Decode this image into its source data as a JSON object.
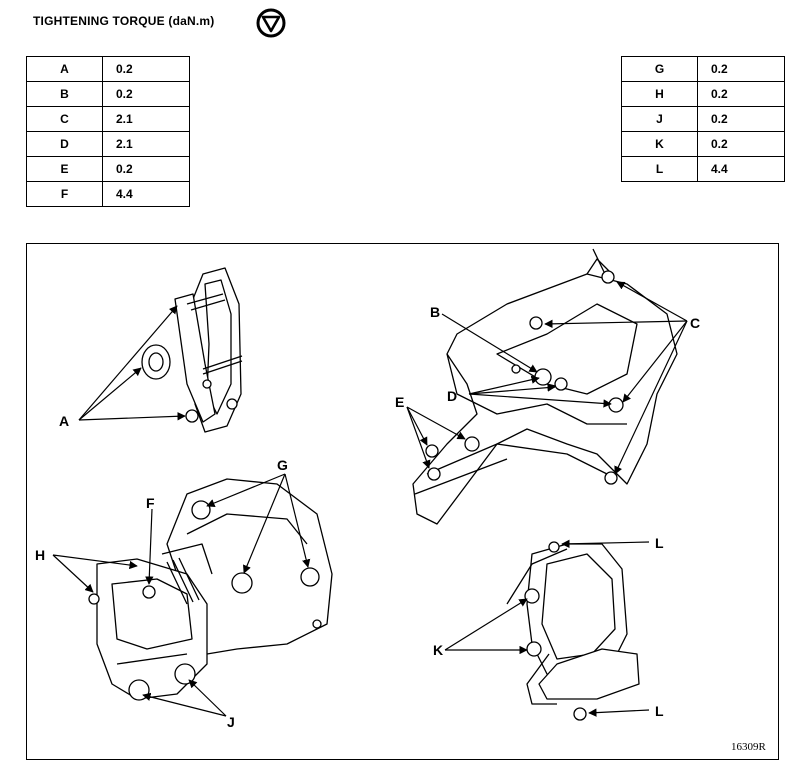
{
  "header": {
    "title": "TIGHTENING TORQUE (daN.m)",
    "icon": "torque-symbol-icon"
  },
  "torque_table_left": [
    {
      "key": "A",
      "value": "0.2"
    },
    {
      "key": "B",
      "value": "0.2"
    },
    {
      "key": "C",
      "value": "2.1"
    },
    {
      "key": "D",
      "value": "2.1"
    },
    {
      "key": "E",
      "value": "0.2"
    },
    {
      "key": "F",
      "value": "4.4"
    }
  ],
  "torque_table_right": [
    {
      "key": "G",
      "value": "0.2"
    },
    {
      "key": "H",
      "value": "0.2"
    },
    {
      "key": "J",
      "value": "0.2"
    },
    {
      "key": "K",
      "value": "0.2"
    },
    {
      "key": "L",
      "value": "4.4"
    }
  ],
  "diagram": {
    "callouts": {
      "A": "A",
      "B": "B",
      "C": "C",
      "D": "D",
      "E": "E",
      "F": "F",
      "G": "G",
      "H": "H",
      "J": "J",
      "K": "K",
      "L_top": "L",
      "L_bottom": "L"
    },
    "reference": "16309R"
  }
}
